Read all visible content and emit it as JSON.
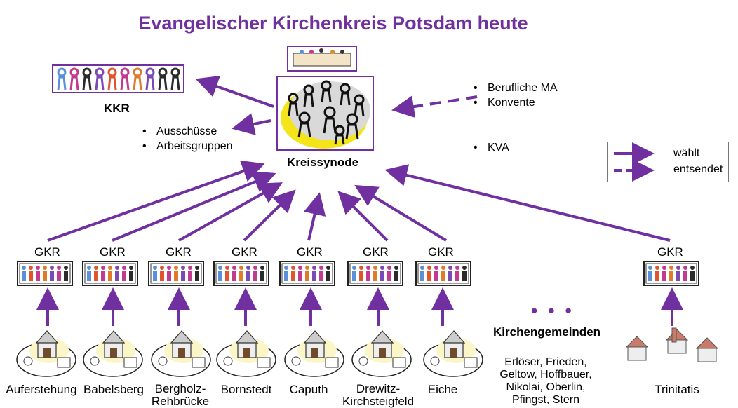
{
  "title": "Evangelischer Kirchenkreis Potsdam heute",
  "kkr_label": "KKR",
  "kreissynode_label": "Kreissynode",
  "left_bullets": [
    "Ausschüsse",
    "Arbeitsgruppen"
  ],
  "right_bullets_top": [
    "Berufliche MA",
    "Konvente"
  ],
  "right_bullets_bottom": [
    "KVA"
  ],
  "legend": {
    "solid": "wählt",
    "dashed": "entsendet"
  },
  "gkr_label": "GKR",
  "congregations": [
    {
      "name": "Auferstehung"
    },
    {
      "name": "Babelsberg"
    },
    {
      "name": "Bergholz-\nRehbrücke"
    },
    {
      "name": "Bornstedt"
    },
    {
      "name": "Caputh"
    },
    {
      "name": "Drewitz-\nKirchsteigfeld"
    },
    {
      "name": "Eiche"
    },
    {
      "name": "Trinitatis"
    }
  ],
  "ellipsis": "• • •",
  "kirchengemeinden_heading": "Kirchengemeinden",
  "kirchengemeinden_list": "Erlöser, Frieden,\nGeltow, Hoffbauer,\nNikolai, Oberlin,\nPfingst, Stern",
  "colors": {
    "accent": "#7030a0",
    "text": "#000000"
  }
}
